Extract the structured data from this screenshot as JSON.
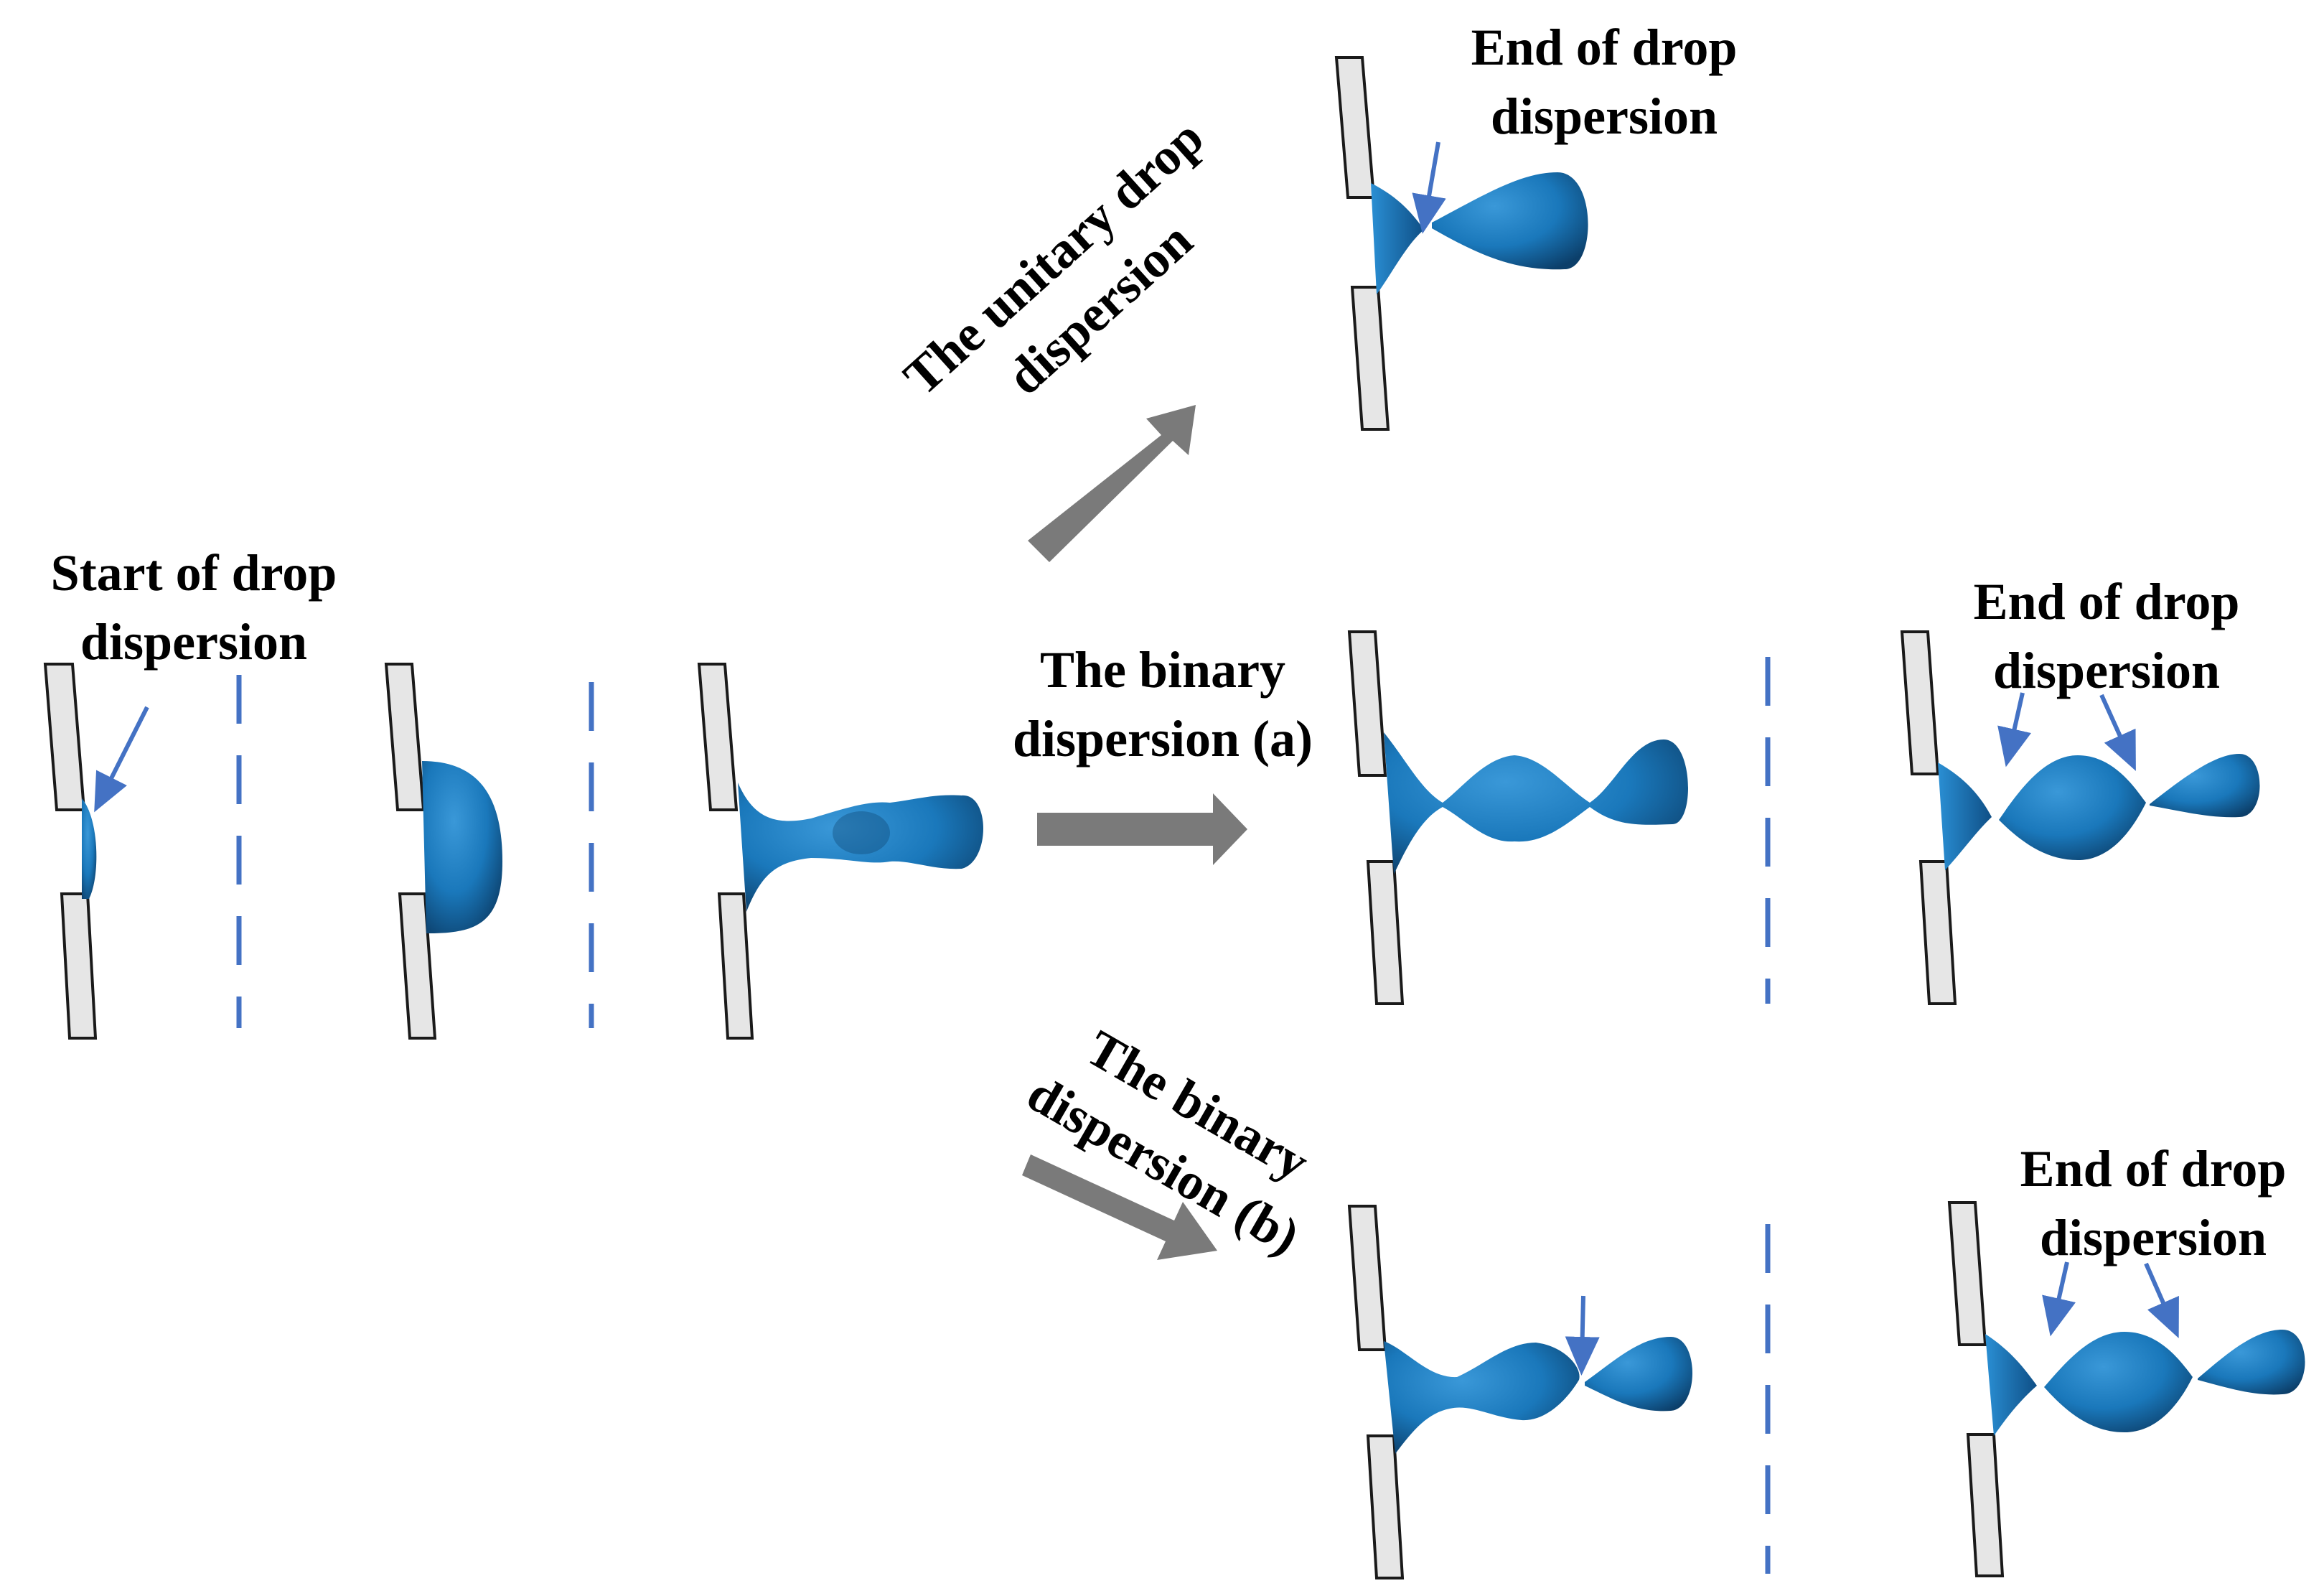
{
  "labels": {
    "start": [
      "Start of drop",
      "dispersion"
    ],
    "end_unitary": [
      "End of drop",
      "dispersion"
    ],
    "end_binary_a": [
      "End of drop",
      "dispersion"
    ],
    "end_binary_b": [
      "End of drop",
      "dispersion"
    ],
    "path_unitary": [
      "The unitary drop",
      "dispersion"
    ],
    "path_binary_a": [
      "The binary",
      "dispersion (a)"
    ],
    "path_binary_b": [
      "The binary",
      "dispersion (b)"
    ]
  },
  "colors": {
    "drop": "#1a78bb",
    "drop_dark": "#0c3f6a",
    "plate_fill": "#e6e6e6",
    "plate_stroke": "#1a1a1a",
    "flow_arrow": "#7a7a7a",
    "pointer_arrow": "#4472c4",
    "separator": "#4472c4"
  }
}
